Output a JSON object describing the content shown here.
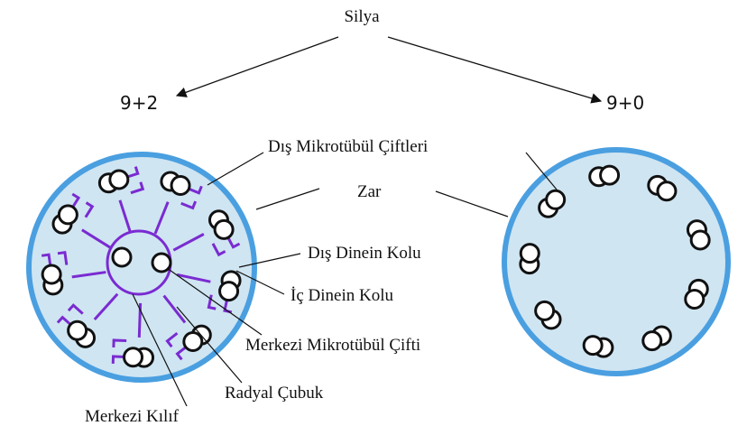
{
  "title": "Silya",
  "types": {
    "left": "9+2",
    "right": "9+0"
  },
  "labels": {
    "outer_doublets": "Dış Mikrotübül Çiftleri",
    "membrane": "Zar",
    "outer_dynein_arm": "Dış Dinein Kolu",
    "inner_dynein_arm": "İç Dinein Kolu",
    "central_pair": "Merkezi Mikrotübül Çifti",
    "radial_spoke": "Radyal Çubuk",
    "central_sheath": "Merkezi Kılıf"
  },
  "colors": {
    "membrane": "#4a9fe0",
    "interior": "#cfe5f2",
    "dynein_spoke": "#7a2bd1",
    "microtubule_fill": "#ffffff",
    "line": "#111111"
  },
  "structure": {
    "left": {
      "outer_doublet_count": 9,
      "central_pair": true,
      "radial_spokes": true,
      "dynein_arms": true
    },
    "right": {
      "outer_doublet_count": 9,
      "central_pair": false,
      "radial_spokes": false,
      "dynein_arms": false
    }
  }
}
